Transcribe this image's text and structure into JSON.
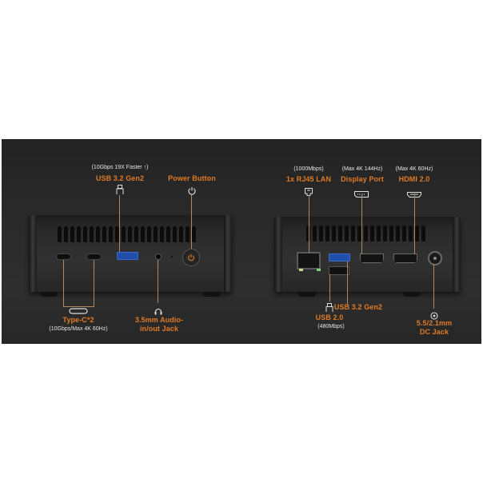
{
  "left_device": {
    "usb32_top": {
      "spec": "(10Gbps  19X Faster ↑)",
      "label": "USB 3.2 Gen2",
      "icon": "usb-icon"
    },
    "power": {
      "label": "Power Button",
      "icon": "power-icon"
    },
    "typec": {
      "label": "Type-C*2",
      "spec": "(10Gbps/Max 4K 60Hz)",
      "icon": "type-c-icon"
    },
    "audio": {
      "label_line1": "3.5mm Audio-",
      "label_line2": "in/out Jack",
      "icon": "headphones-icon"
    }
  },
  "right_device": {
    "lan": {
      "spec": "(1000Mbps)",
      "label": "1x RJ45 LAN",
      "icon": "ethernet-icon"
    },
    "displayport": {
      "spec": "(Max 4K 144Hz)",
      "label": "Display Port",
      "icon": "displayport-icon"
    },
    "hdmi": {
      "spec": "(Max 4K 60Hz)",
      "label": "HDMI 2.0",
      "icon": "hdmi-icon"
    },
    "usb32": {
      "label": "USB 3.2 Gen2"
    },
    "usb20": {
      "label": "USB 2.0",
      "spec": "(480Mbps)",
      "icon": "usb-icon"
    },
    "dc": {
      "label_line1": "5.5/2.1mm",
      "label_line2": "DC Jack",
      "icon": "dc-jack-icon"
    }
  },
  "colors": {
    "accent": "#e07a26",
    "background": "#2a2a2a",
    "usb3_blue": "#1f4fa8"
  }
}
